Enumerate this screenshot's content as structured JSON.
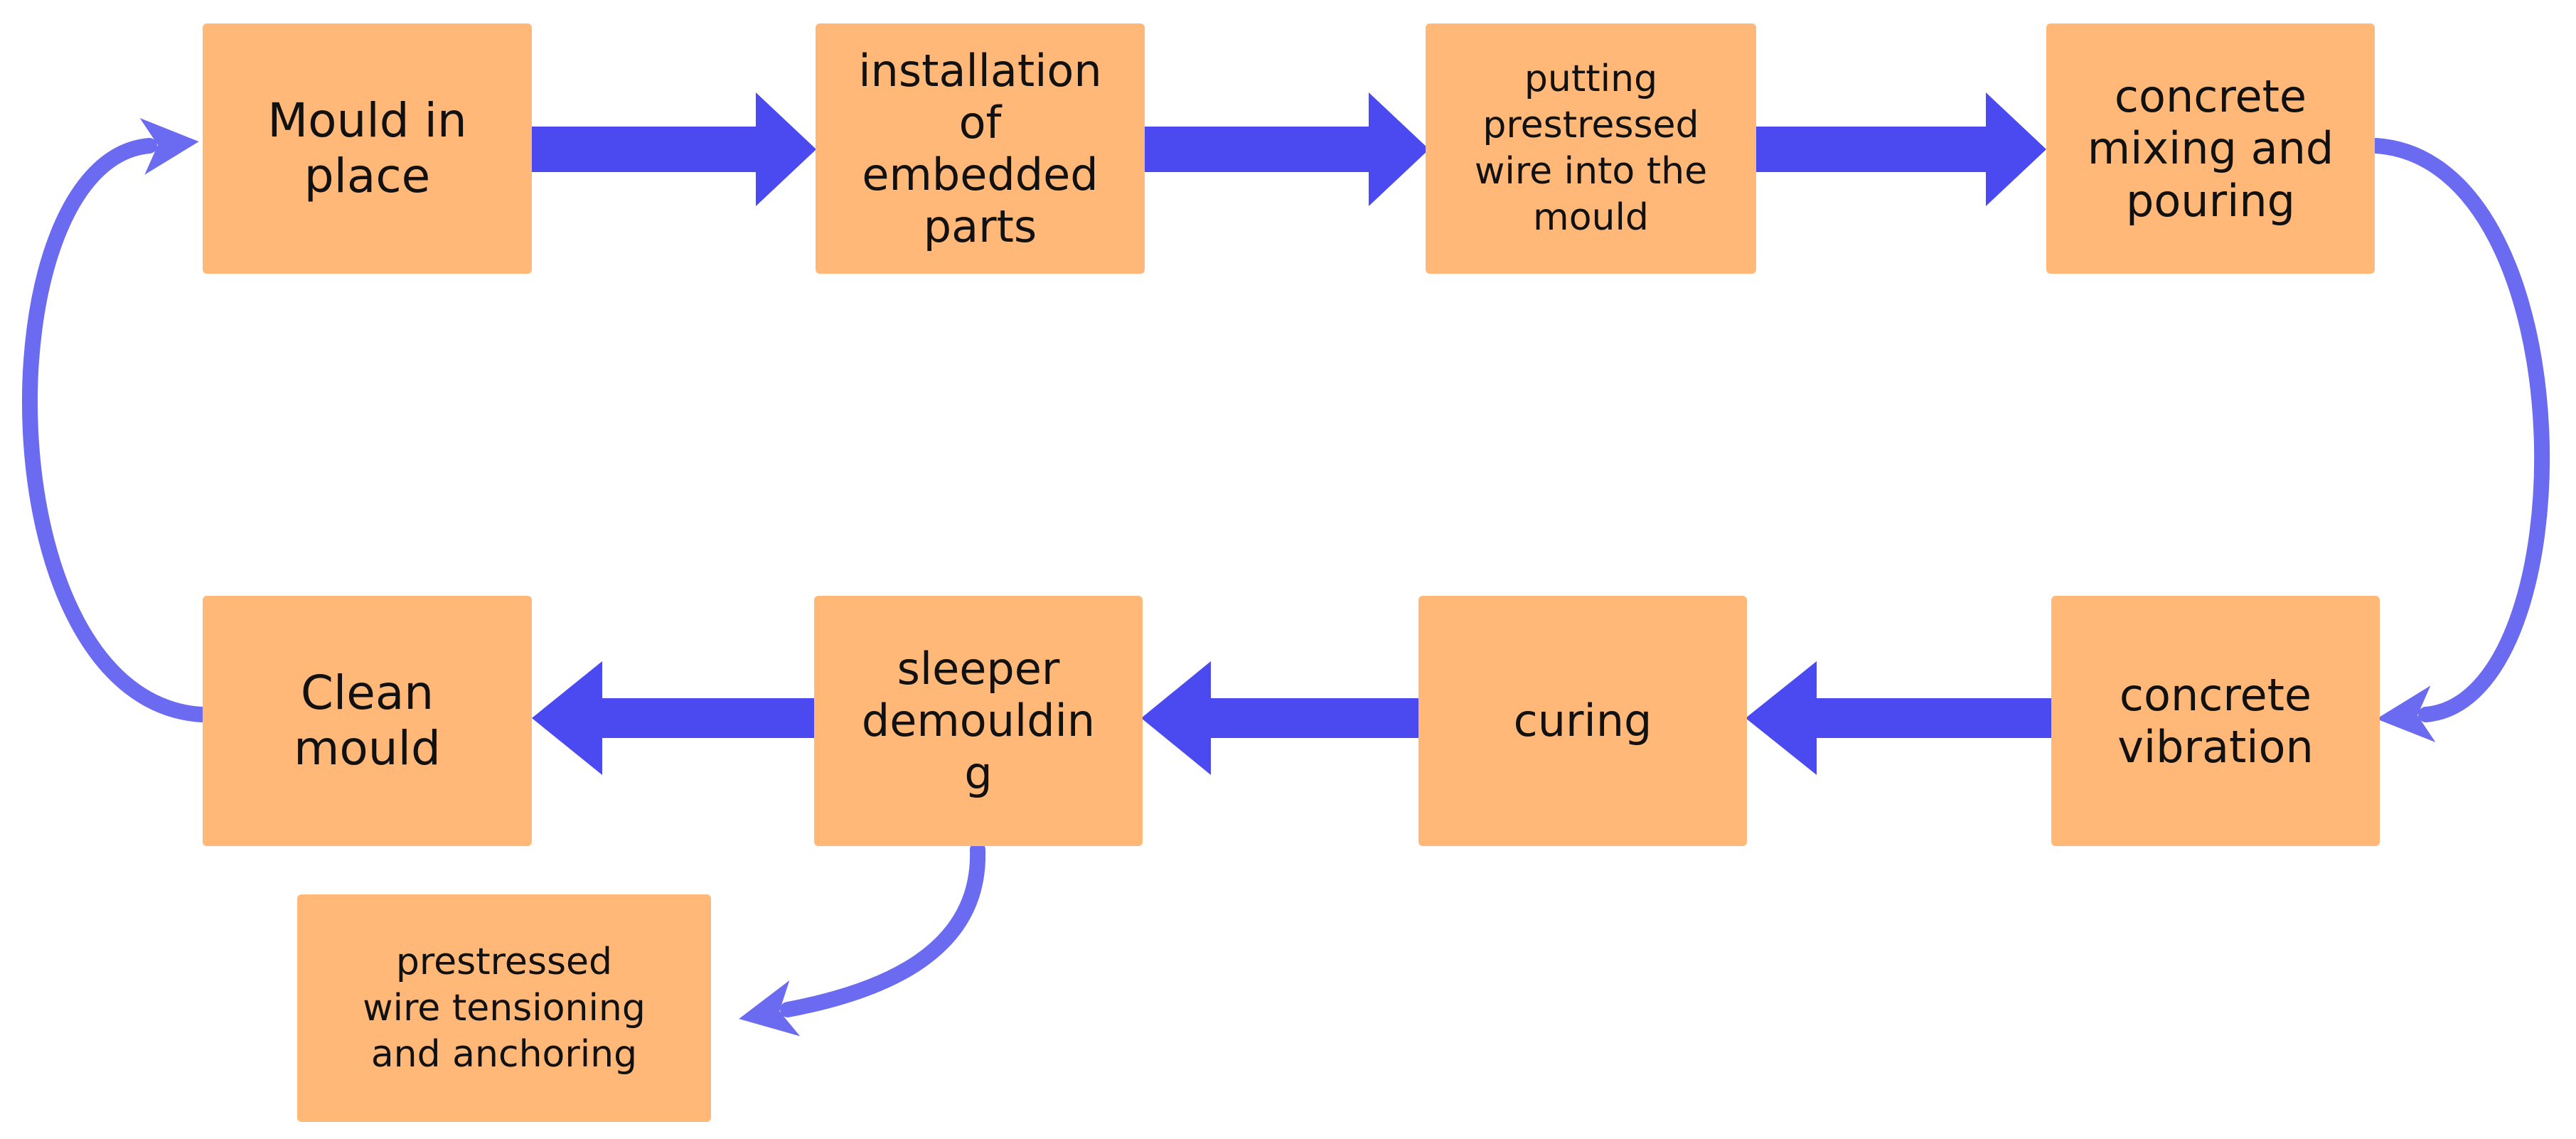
{
  "diagram": {
    "colors": {
      "box_fill": "#FFB877",
      "arrow": "#4A4AF0",
      "loop_arrow": "#6B6BF2",
      "text": "#111111"
    },
    "steps": {
      "mould_in_place": "Mould in\nplace",
      "installation_embedded_parts": "installation\nof\nembedded\nparts",
      "putting_prestressed_wire": "putting\nprestressed\nwire into the\nmould",
      "concrete_mixing_pouring": "concrete\nmixing and\npouring",
      "concrete_vibration": "concrete\nvibration",
      "curing": "curing",
      "sleeper_demoulding": "sleeper\ndemouldin\ng",
      "clean_mould": "Clean\nmould",
      "prestressed_wire_tensioning": "prestressed\nwire  tensioning\nand  anchoring"
    }
  }
}
